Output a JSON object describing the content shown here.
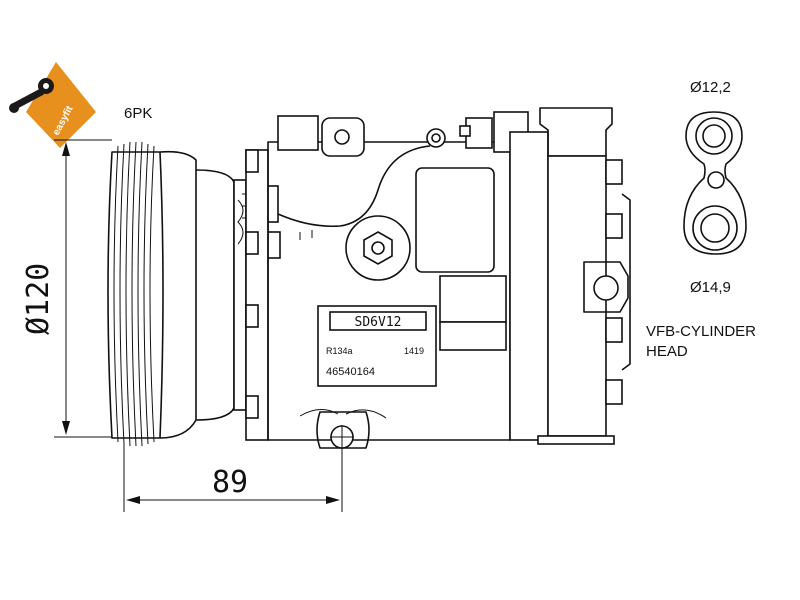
{
  "logo": {
    "text": "easyfit",
    "colors": {
      "badge": "#e8901e",
      "wrench": "#1a1a1a",
      "text": "#ffffff"
    }
  },
  "labels": {
    "pulley_grooves": "6PK",
    "pulley_diameter": "Ø120",
    "offset_length": "89",
    "oring_small": "Ø12,2",
    "oring_large": "Ø14,9",
    "fitting_line1": "VFB-CYLINDER",
    "fitting_line2": "HEAD"
  },
  "nameplate": {
    "model": "SD6V12",
    "refrigerant": "R134a",
    "code": "1419",
    "part_number": "46540164"
  },
  "colors": {
    "line": "#111111",
    "background": "#ffffff"
  }
}
